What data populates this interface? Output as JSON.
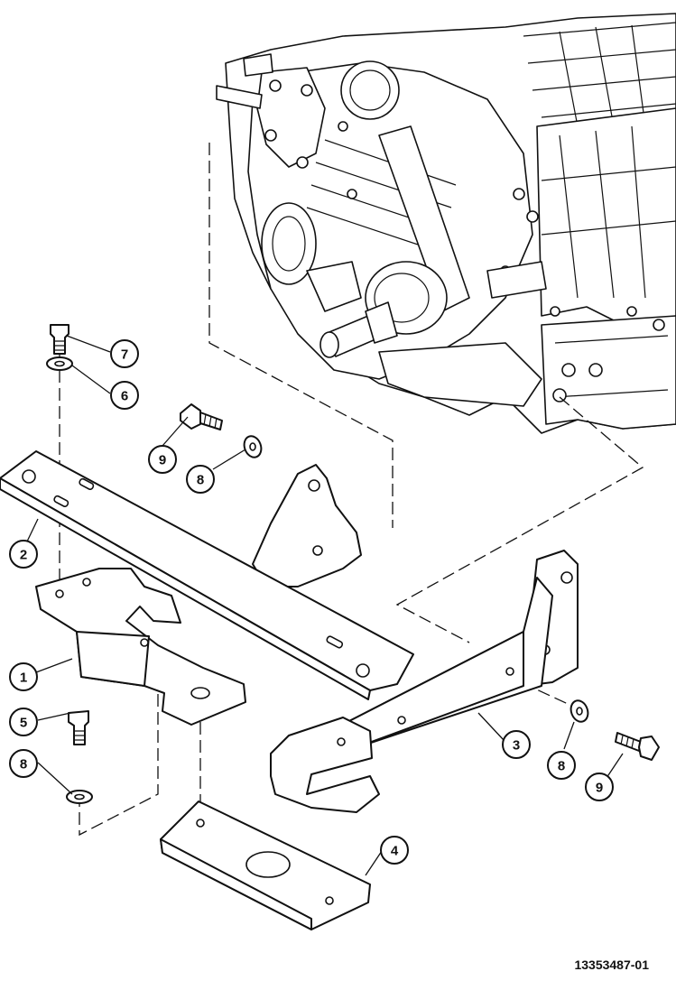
{
  "figure_id": "13353487-01",
  "callouts": [
    {
      "label": "1",
      "part": "front-support"
    },
    {
      "label": "2",
      "part": "upper-bar-bracket"
    },
    {
      "label": "3",
      "part": "lower-side-bracket"
    },
    {
      "label": "4",
      "part": "spacer-plate"
    },
    {
      "label": "5",
      "part": "cap-screw"
    },
    {
      "label": "6",
      "part": "washer"
    },
    {
      "label": "7",
      "part": "cap-screw"
    },
    {
      "label": "8",
      "part": "washer"
    },
    {
      "label": "8",
      "part": "washer"
    },
    {
      "label": "8",
      "part": "washer"
    },
    {
      "label": "9",
      "part": "cap-screw"
    },
    {
      "label": "9",
      "part": "cap-screw"
    }
  ],
  "icons": [
    "engine-block-illustration",
    "bolt-icon",
    "washer-icon"
  ]
}
